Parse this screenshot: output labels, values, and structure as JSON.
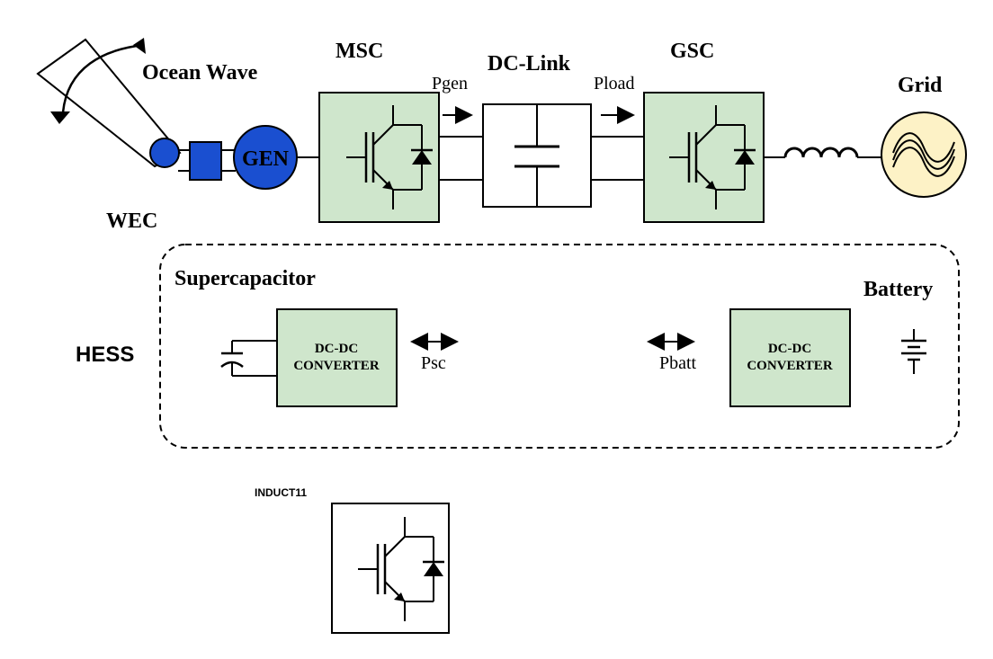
{
  "labels": {
    "ocean_wave": "Ocean Wave",
    "wec": "WEC",
    "gen": "GEN",
    "msc": "MSC",
    "dc_link": "DC-Link",
    "gsc": "GSC",
    "grid": "Grid",
    "pgen": "Pgen",
    "pload": "Pload",
    "supercapacitor": "Supercapacitor",
    "battery": "Battery",
    "hess": "HESS",
    "psc": "Psc",
    "pbatt": "Pbatt",
    "sc_converter_line1": "DC-DC",
    "sc_converter_line2": "CONVERTER",
    "batt_converter_line1": "DC-DC",
    "batt_converter_line2": "CONVERTER",
    "inductor_label": "INDUCT11"
  },
  "colors": {
    "converter_fill": "#cfe6cc",
    "generator_fill": "#1a4fd0",
    "grid_fill": "#fdf2c6",
    "line": "#000000"
  }
}
